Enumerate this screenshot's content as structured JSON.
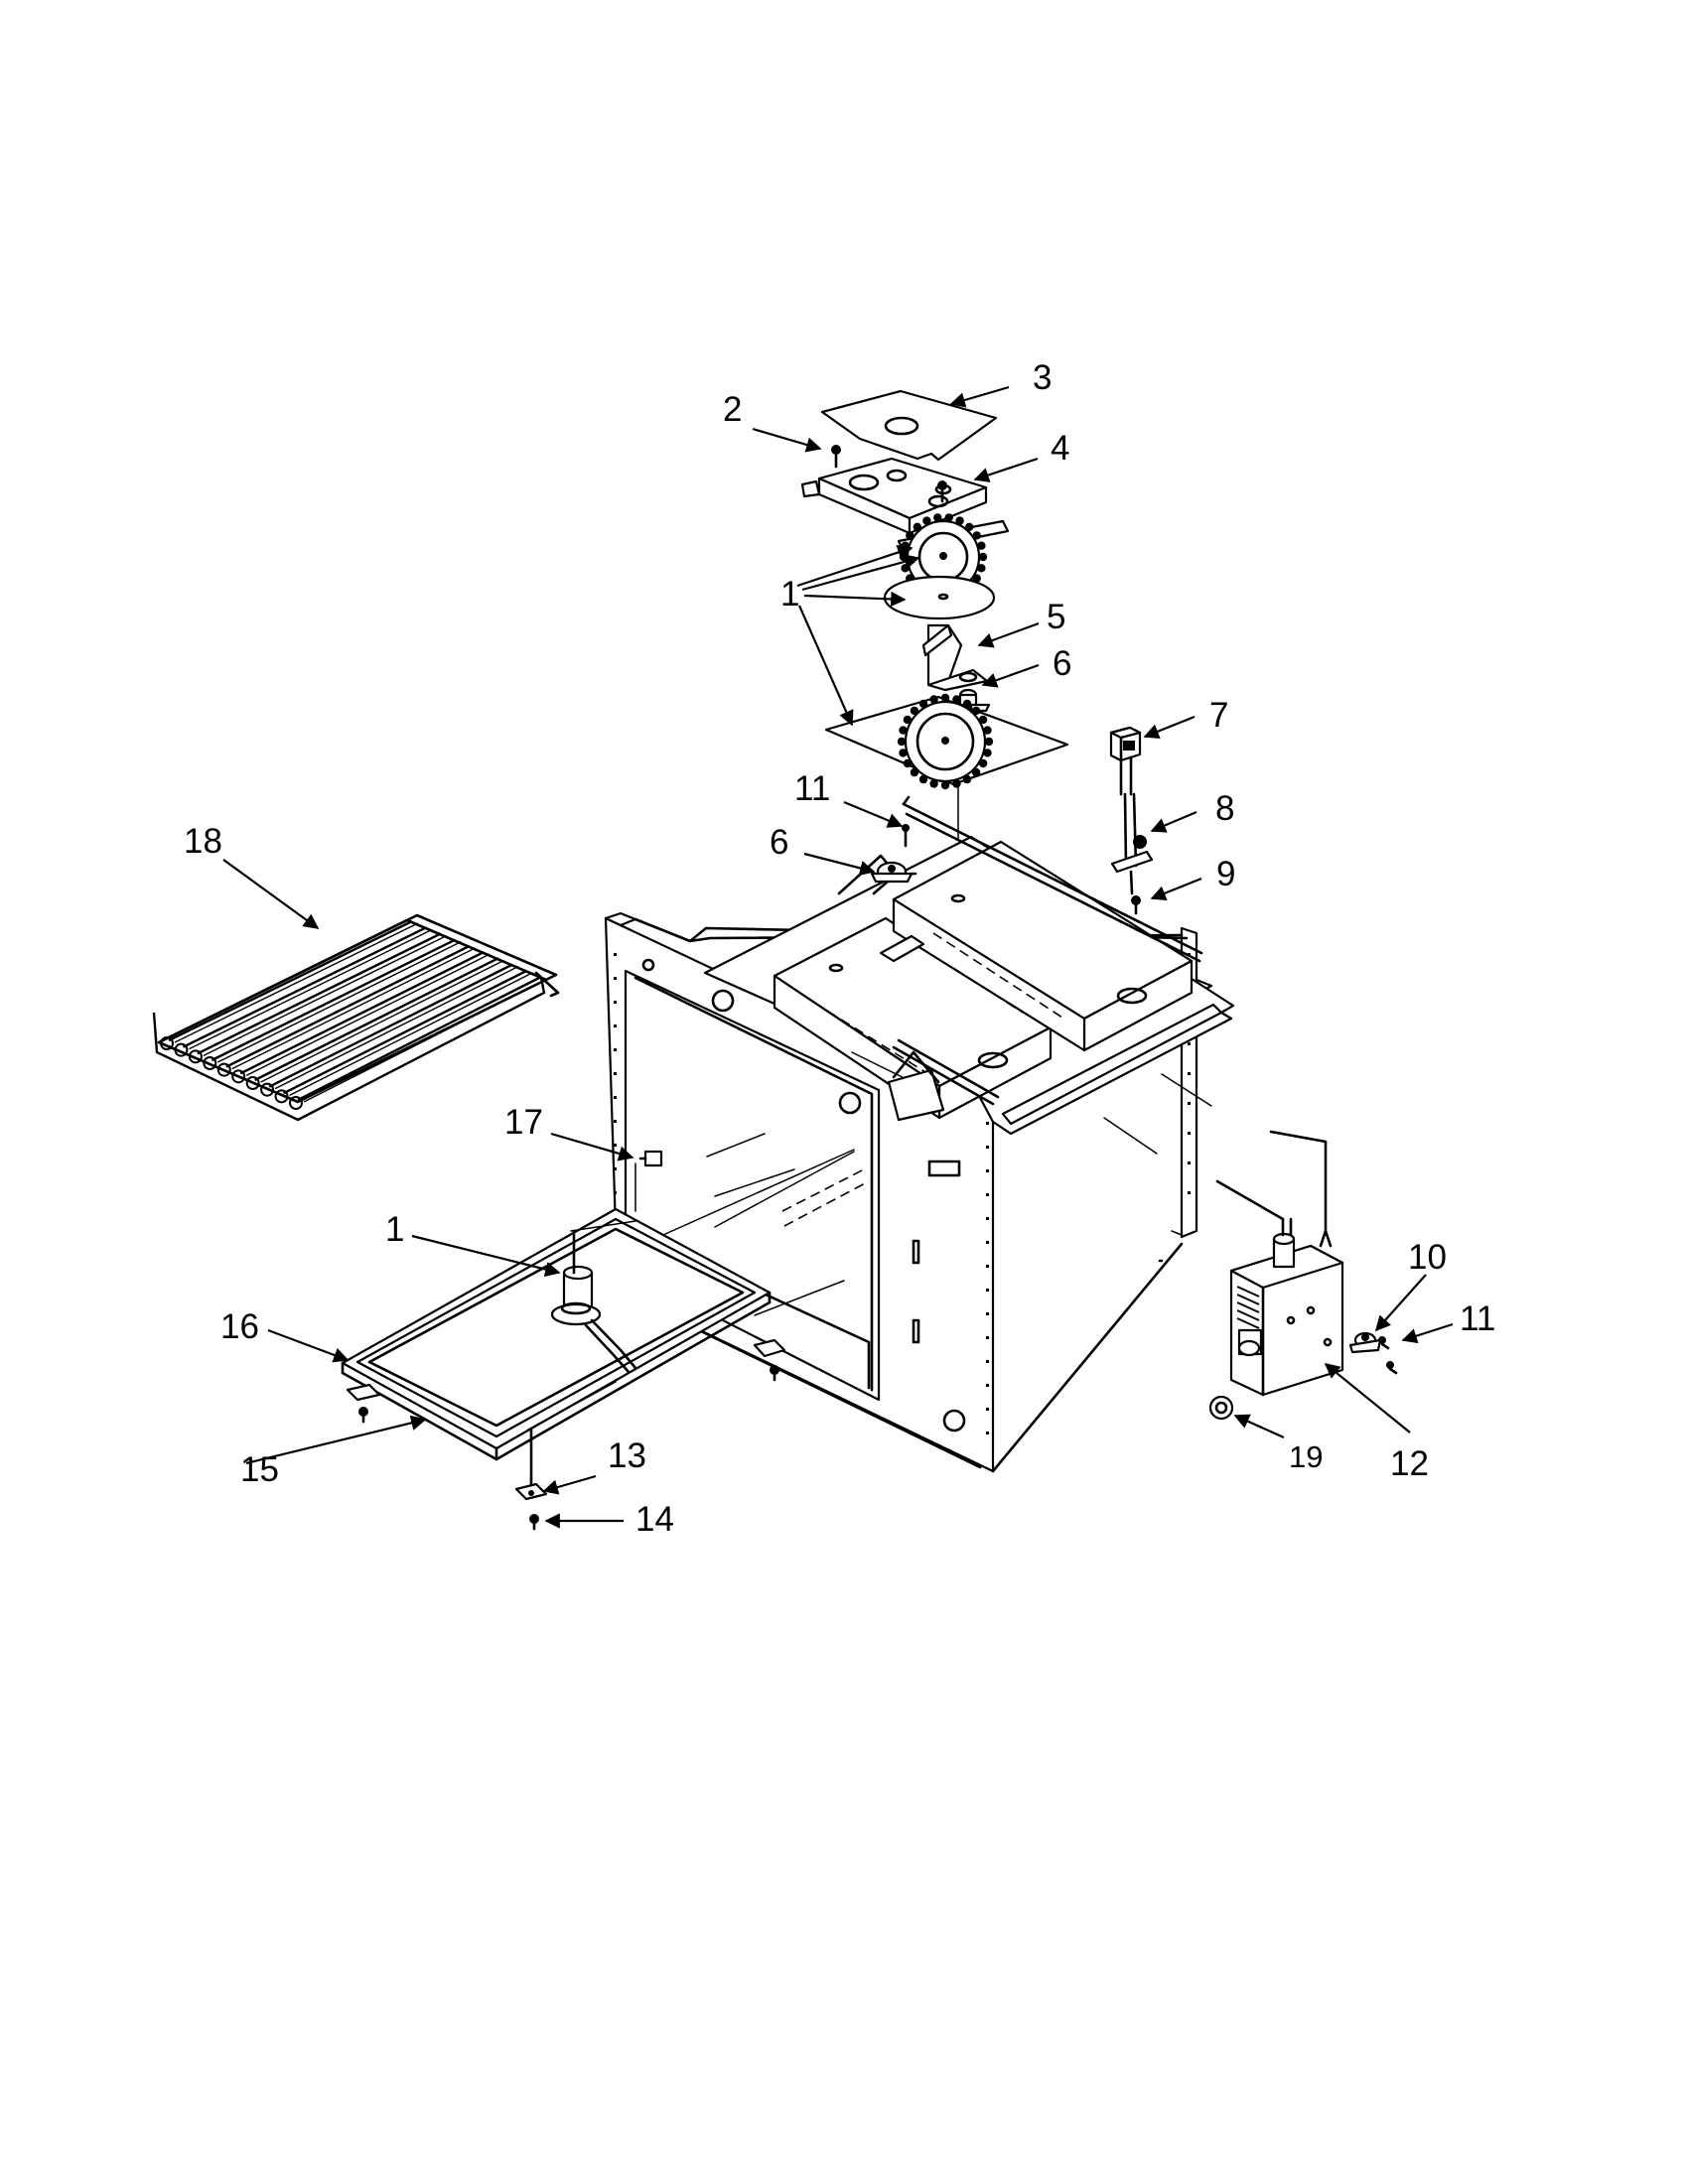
{
  "callouts": [
    {
      "id": "c3",
      "text": "3"
    },
    {
      "id": "c2",
      "text": "2"
    },
    {
      "id": "c4",
      "text": "4"
    },
    {
      "id": "c1top",
      "text": "1"
    },
    {
      "id": "c5",
      "text": "5"
    },
    {
      "id": "c6top",
      "text": "6"
    },
    {
      "id": "c7",
      "text": "7"
    },
    {
      "id": "c11top",
      "text": "11"
    },
    {
      "id": "c8",
      "text": "8"
    },
    {
      "id": "c18",
      "text": "18"
    },
    {
      "id": "c6mid",
      "text": "6"
    },
    {
      "id": "c9",
      "text": "9"
    },
    {
      "id": "c17",
      "text": "17"
    },
    {
      "id": "c10",
      "text": "10"
    },
    {
      "id": "c1left",
      "text": "1"
    },
    {
      "id": "c16",
      "text": "16"
    },
    {
      "id": "c11right",
      "text": "11"
    },
    {
      "id": "c13",
      "text": "13"
    },
    {
      "id": "c19",
      "text": "19"
    },
    {
      "id": "c15",
      "text": "15"
    },
    {
      "id": "c12",
      "text": "12"
    },
    {
      "id": "c14",
      "text": "14"
    }
  ]
}
